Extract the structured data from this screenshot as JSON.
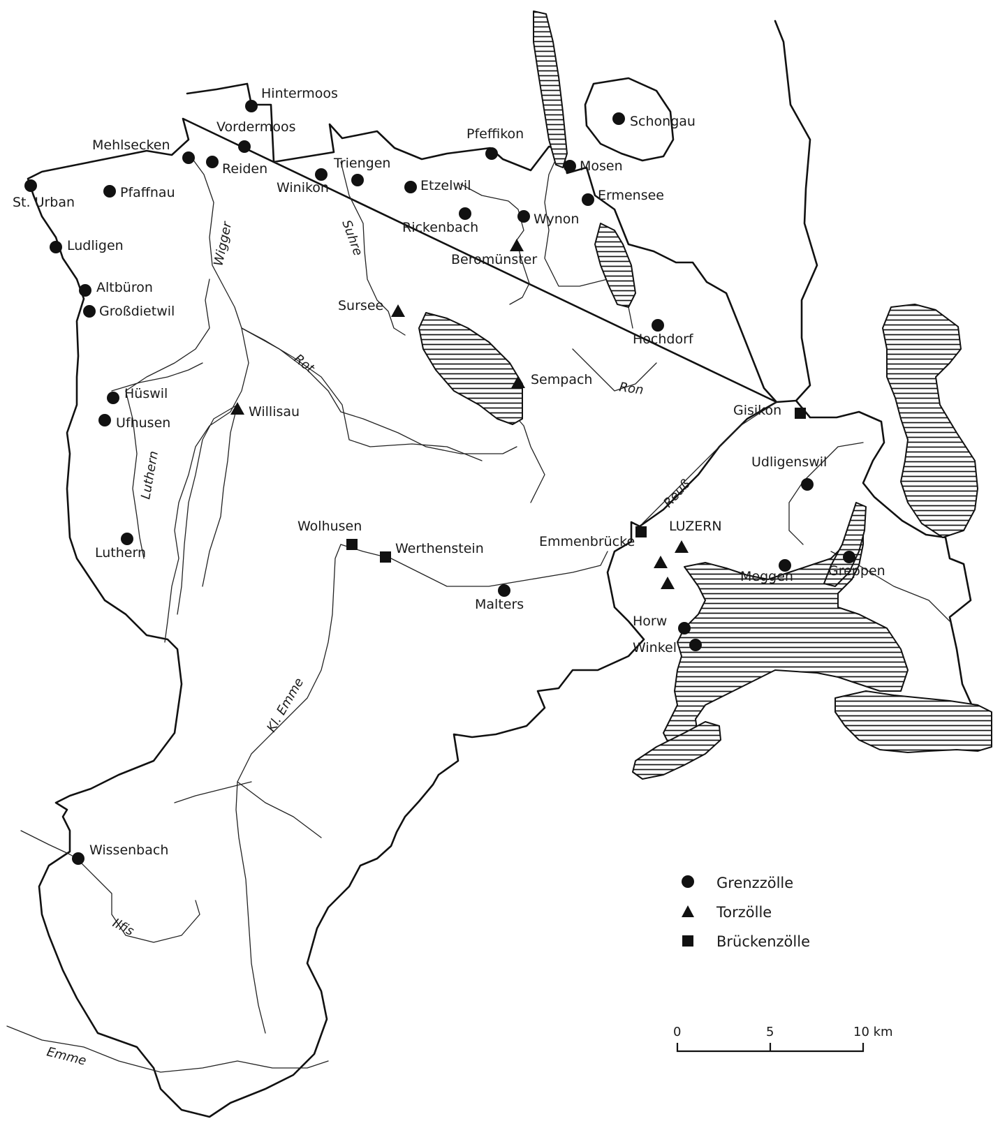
{
  "colors": {
    "ink": "#111111",
    "paper": "#ffffff"
  },
  "places": [
    {
      "id": "st-urban",
      "name": "St. Urban",
      "type": "grenz"
    },
    {
      "id": "pfaffnau",
      "name": "Pfaffnau",
      "type": "grenz"
    },
    {
      "id": "mehlsecken",
      "name": "Mehlsecken",
      "type": "grenz"
    },
    {
      "id": "reiden",
      "name": "Reiden",
      "type": "grenz"
    },
    {
      "id": "vordermoos",
      "name": "Vordermoos",
      "type": "grenz"
    },
    {
      "id": "hintermoos",
      "name": "Hintermoos",
      "type": "grenz"
    },
    {
      "id": "winikon",
      "name": "Winikon",
      "type": "grenz"
    },
    {
      "id": "triengen",
      "name": "Triengen",
      "type": "grenz"
    },
    {
      "id": "etzelwil",
      "name": "Etzelwil",
      "type": "grenz"
    },
    {
      "id": "pfeffikon",
      "name": "Pfeffikon",
      "type": "grenz"
    },
    {
      "id": "rickenbach",
      "name": "Rickenbach",
      "type": "grenz"
    },
    {
      "id": "wynon",
      "name": "Wynon",
      "type": "grenz"
    },
    {
      "id": "beromuenster",
      "name": "Beromünster",
      "type": "tor"
    },
    {
      "id": "mosen",
      "name": "Mosen",
      "type": "grenz"
    },
    {
      "id": "ermensee",
      "name": "Ermensee",
      "type": "grenz"
    },
    {
      "id": "schongau",
      "name": "Schongau",
      "type": "grenz"
    },
    {
      "id": "ludligen",
      "name": "Ludligen",
      "type": "grenz"
    },
    {
      "id": "altbueron",
      "name": "Altbüron",
      "type": "grenz"
    },
    {
      "id": "grossdietwil",
      "name": "Großdietwil",
      "type": "grenz"
    },
    {
      "id": "sursee",
      "name": "Sursee",
      "type": "tor"
    },
    {
      "id": "hochdorf",
      "name": "Hochdorf",
      "type": "grenz"
    },
    {
      "id": "sempach",
      "name": "Sempach",
      "type": "tor"
    },
    {
      "id": "hueswil",
      "name": "Hüswil",
      "type": "grenz"
    },
    {
      "id": "ufhusen",
      "name": "Ufhusen",
      "type": "grenz"
    },
    {
      "id": "willisau",
      "name": "Willisau",
      "type": "tor"
    },
    {
      "id": "gisikon",
      "name": "Gisikon",
      "type": "bruecke"
    },
    {
      "id": "udligenswil",
      "name": "Udligenswil",
      "type": "grenz"
    },
    {
      "id": "luthern",
      "name": "Luthern",
      "type": "grenz"
    },
    {
      "id": "wolhusen",
      "name": "Wolhusen",
      "type": "bruecke"
    },
    {
      "id": "werthenstein",
      "name": "Werthenstein",
      "type": "bruecke"
    },
    {
      "id": "malters",
      "name": "Malters",
      "type": "grenz"
    },
    {
      "id": "emmenbruecke",
      "name": "Emmenbrücke",
      "type": "bruecke"
    },
    {
      "id": "luzern",
      "name": "LUZERN",
      "type": "tor"
    },
    {
      "id": "meggen",
      "name": "Meggen",
      "type": "grenz"
    },
    {
      "id": "greppen",
      "name": "Greppen",
      "type": "grenz"
    },
    {
      "id": "horw",
      "name": "Horw",
      "type": "grenz"
    },
    {
      "id": "winkel",
      "name": "Winkel",
      "type": "grenz"
    },
    {
      "id": "wissenbach",
      "name": "Wissenbach",
      "type": "grenz"
    }
  ],
  "rivers": [
    {
      "id": "wigger",
      "name": "Wigger"
    },
    {
      "id": "suhre",
      "name": "Suhre"
    },
    {
      "id": "rot",
      "name": "Rot"
    },
    {
      "id": "ron",
      "name": "Ron"
    },
    {
      "id": "luthern",
      "name": "Luthern"
    },
    {
      "id": "reuss",
      "name": "Reuß"
    },
    {
      "id": "kl-emme",
      "name": "Kl. Emme"
    },
    {
      "id": "ilfis",
      "name": "Ilfis"
    },
    {
      "id": "emme",
      "name": "Emme"
    }
  ],
  "legend": [
    {
      "symbol": "circle",
      "label": "Grenzzölle"
    },
    {
      "symbol": "triangle",
      "label": "Torzölle"
    },
    {
      "symbol": "square",
      "label": "Brückenzölle"
    }
  ],
  "scale": {
    "ticks": [
      "0",
      "5",
      "10 km"
    ]
  }
}
